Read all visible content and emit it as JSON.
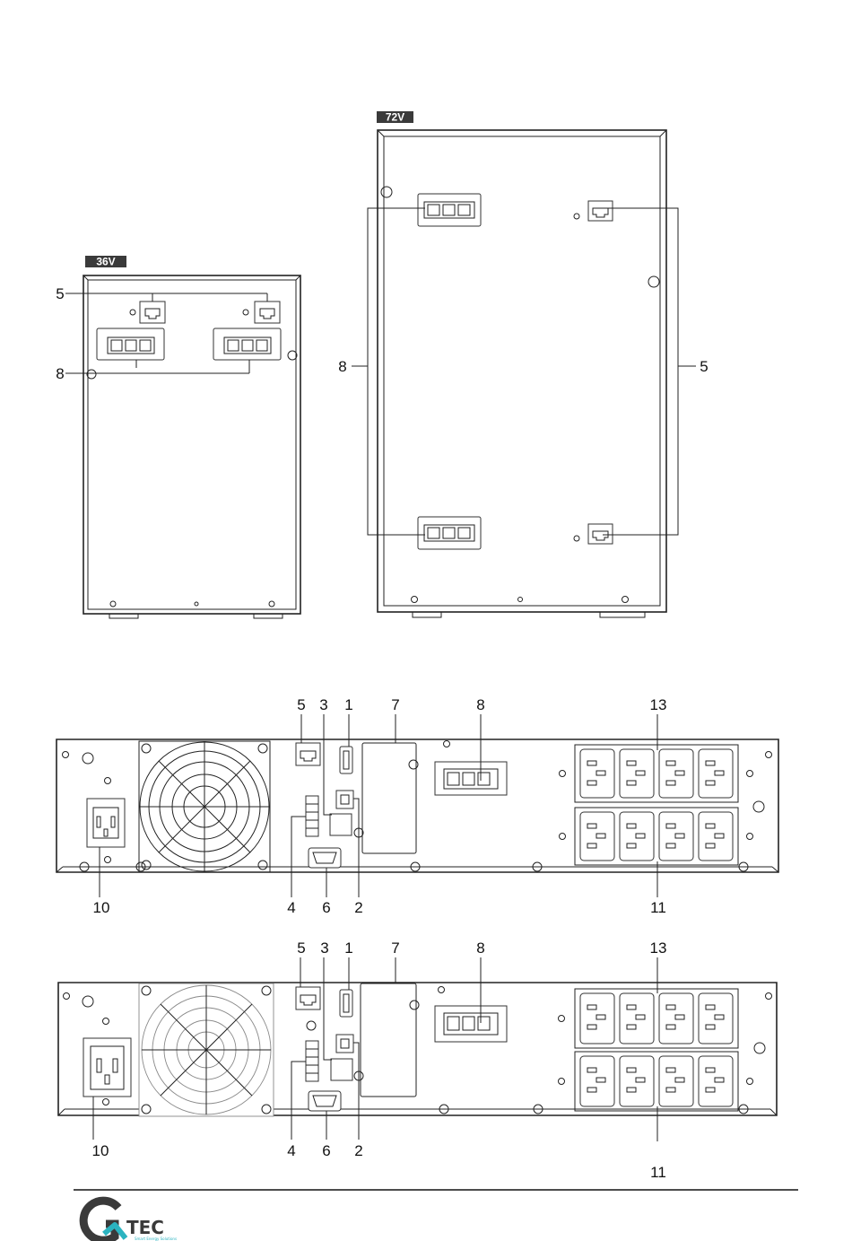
{
  "panels": {
    "tag_36v": "36V",
    "tag_72v": "72V"
  },
  "callouts_36v": {
    "port": "5",
    "connector": "8"
  },
  "callouts_72v": {
    "connector": "8",
    "port": "5"
  },
  "rack_callouts": {
    "top": [
      "5",
      "3",
      "1",
      "7",
      "8",
      "13"
    ],
    "bottom": [
      "10",
      "4",
      "6",
      "2",
      "11"
    ]
  },
  "rack2_callouts": {
    "top": [
      "5",
      "3",
      "1",
      "7",
      "8",
      "13"
    ],
    "bottom": [
      "10",
      "4",
      "6",
      "2",
      "11"
    ]
  },
  "footer": {
    "logo_text": "TEC",
    "logo_tagline": "Smart Energy Solutions",
    "colors": {
      "logo_dark": "#3a3a3a",
      "logo_accent": "#2bb3c0"
    }
  }
}
